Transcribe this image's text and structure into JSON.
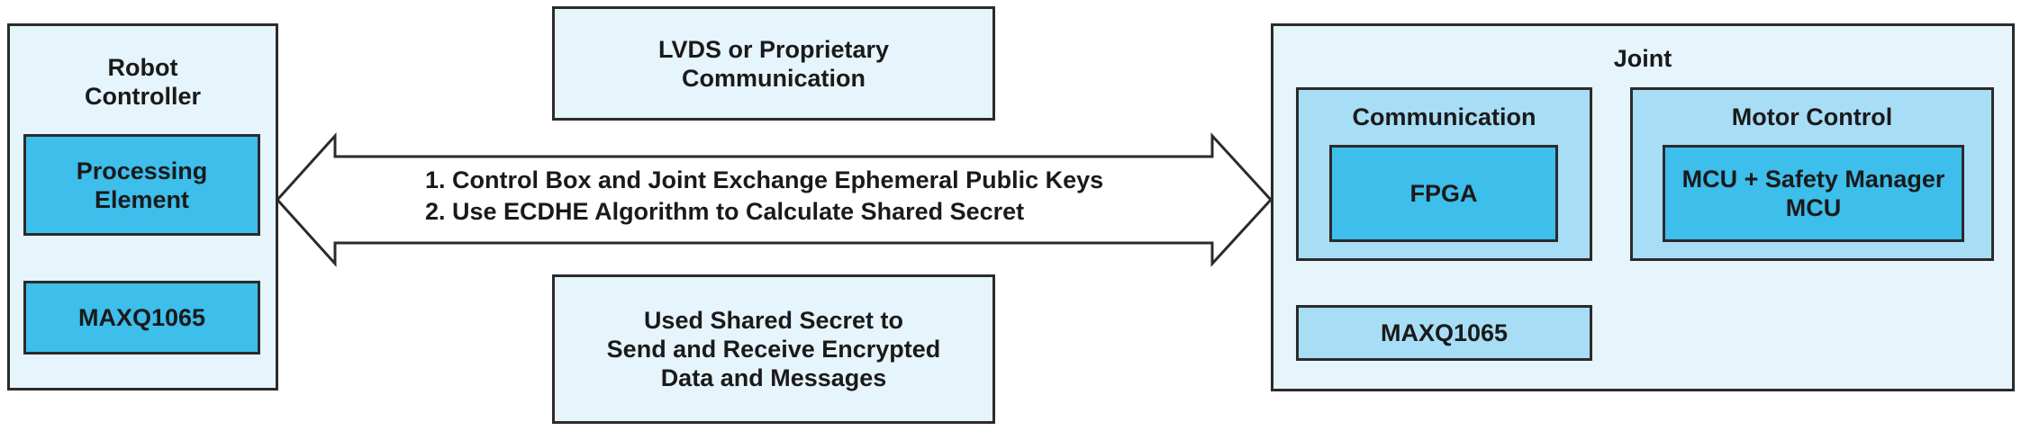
{
  "robot_controller": {
    "title": "Robot\nController",
    "processing_element": "Processing\nElement",
    "secure_ic": "MAXQ1065"
  },
  "top_note": "LVDS or Proprietary\nCommunication",
  "arrow": {
    "step1": "1.  Control Box and Joint Exchange Ephemeral Public Keys",
    "step2": "2. Use ECDHE Algorithm to Calculate Shared Secret"
  },
  "bottom_note": "Used Shared Secret to\nSend and Receive Encrypted\nData and Messages",
  "joint": {
    "title": "Joint",
    "communication": {
      "title": "Communication",
      "fpga": "FPGA"
    },
    "motor_control": {
      "title": "Motor Control",
      "mcu": "MCU + Safety Manager\nMCU"
    },
    "secure_ic": "MAXQ1065"
  },
  "colors": {
    "pale_fill": "#e6f4fc",
    "mid_fill": "#a8ddf6",
    "strong_fill": "#3dbeeb",
    "outline": "#2b2b2b"
  }
}
